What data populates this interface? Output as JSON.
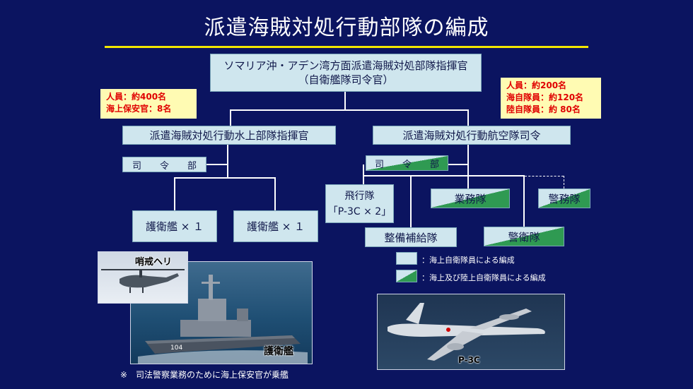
{
  "title": "派遣海賊対処行動部隊の編成",
  "top": {
    "line1": "ソマリア沖・アデン湾方面派遣海賊対処部隊指揮官",
    "line2": "（自衛艦隊司令官）"
  },
  "note_left": {
    "line1": "人員：約400名",
    "line2": "海上保安官：8名"
  },
  "note_right": {
    "line1": "人員：約200名",
    "line2": "海自隊員：約120名",
    "line3": "陸自隊員：約 80名"
  },
  "surface": {
    "commander": "派遣海賊対処行動水上部隊指揮官",
    "hq": "司　　令　　部",
    "ship1": "護衛艦 × １",
    "ship2": "護衛艦 × １"
  },
  "air": {
    "commander": "派遣海賊対処行動航空隊司令",
    "hq": "司　　令　　部",
    "flight_line1": "飛行隊",
    "flight_line2": "「P-3C × 2」",
    "maintenance": "整備補給隊",
    "business": "業務隊",
    "guard": "警衛隊",
    "security": "警務隊"
  },
  "legend": {
    "msdf": "：海上自衛隊員による編成",
    "joint": "：海上及び陸上自衛隊員による編成"
  },
  "photos": {
    "helicopter": "哨戒ヘリ",
    "destroyer": "護衛艦",
    "destroyer_hull": "104",
    "p3c": "P-3C"
  },
  "footnote": "※　司法警察業務のために海上保安官が乗艦",
  "colors": {
    "background": "#0b1460",
    "box": "#cfe6ee",
    "green": "#2f9a52",
    "note_bg": "#fffbb3",
    "note_text": "#e00000",
    "title_line": "#f2e600"
  }
}
